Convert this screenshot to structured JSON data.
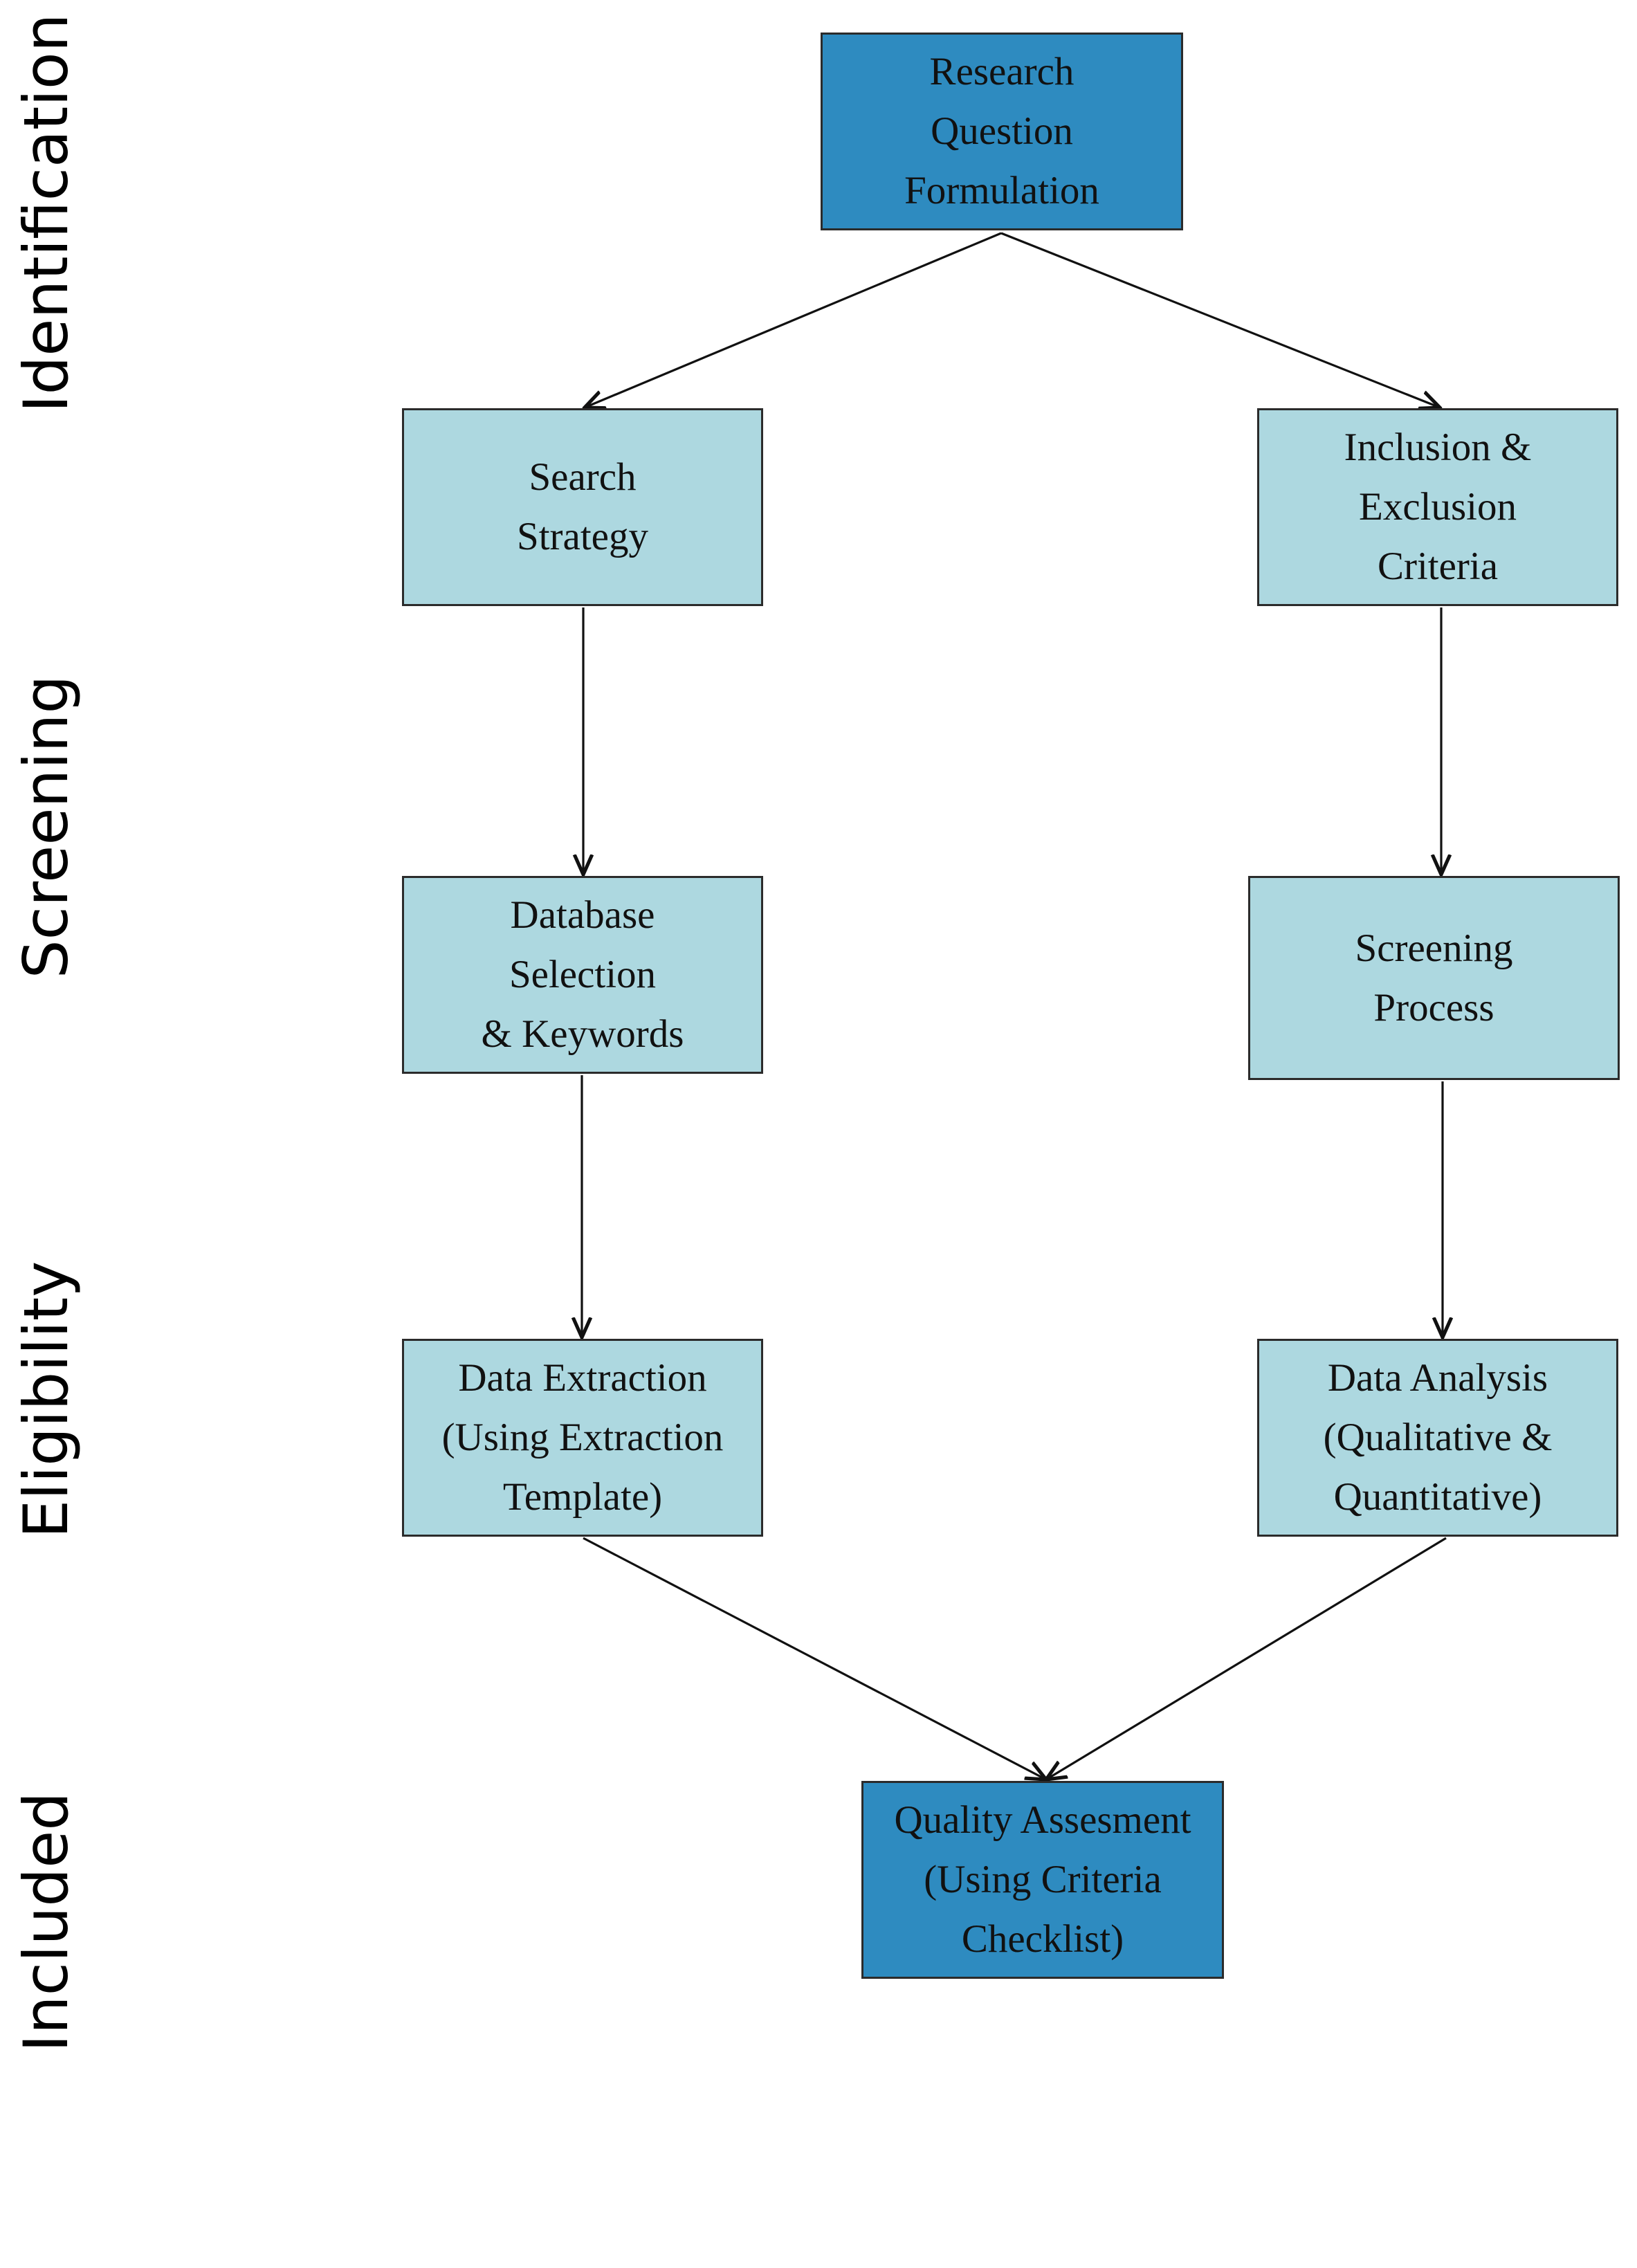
{
  "stages": {
    "identification": "Identification",
    "screening": "Screening",
    "eligibility": "Eligibility",
    "included": "Included"
  },
  "nodes": {
    "research": [
      "Research",
      "Question",
      "Formulation"
    ],
    "search": [
      "Search",
      "Strategy"
    ],
    "inclusion": [
      "Inclusion &",
      "Exclusion",
      "Criteria"
    ],
    "database": [
      "Database",
      "Selection",
      "& Keywords"
    ],
    "screening": [
      "Screening",
      "Process"
    ],
    "extraction": [
      "Data Extraction",
      "(Using Extraction",
      "Template)"
    ],
    "analysis": [
      "Data Analysis",
      "(Qualitative &",
      "Quantitative)"
    ],
    "quality": [
      "Quality Assesment",
      "(Using Criteria",
      "Checklist)"
    ]
  },
  "edges": [
    {
      "from": "research",
      "to": "search"
    },
    {
      "from": "research",
      "to": "inclusion"
    },
    {
      "from": "search",
      "to": "database"
    },
    {
      "from": "inclusion",
      "to": "screening"
    },
    {
      "from": "database",
      "to": "extraction"
    },
    {
      "from": "screening",
      "to": "analysis"
    },
    {
      "from": "extraction",
      "to": "quality"
    },
    {
      "from": "analysis",
      "to": "quality"
    }
  ],
  "colors": {
    "primary_box": "#2e8bc0",
    "secondary_box": "#add8e0",
    "border": "#2b2b2b",
    "line": "#111111"
  }
}
